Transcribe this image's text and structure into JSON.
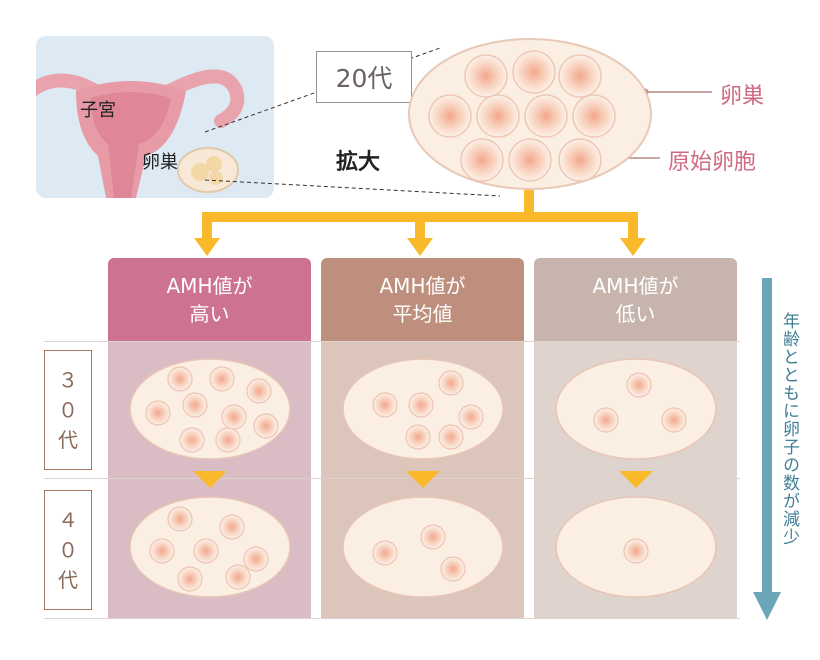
{
  "inset": {
    "uterus_label": "子宮",
    "ovary_label": "卵巣"
  },
  "zoom": {
    "age_label": "20代",
    "enlarge_label": "拡大",
    "ovary_label": "卵巣",
    "follicle_label": "原始卵胞"
  },
  "columns": [
    {
      "line1": "AMH値が",
      "line2": "高い",
      "color": "#cd7290",
      "body_color": "#d6b7bf"
    },
    {
      "line1": "AMH値が",
      "line2": "平均値",
      "color": "#bf8f7d",
      "body_color": "#dcc3b9"
    },
    {
      "line1": "AMH値が",
      "line2": "低い",
      "color": "#c7b5ad",
      "body_color": "#dfd2cd"
    }
  ],
  "rows": [
    {
      "chars": [
        "３",
        "０",
        "代"
      ]
    },
    {
      "chars": [
        "４",
        "０",
        "代"
      ]
    }
  ],
  "follicle_counts": {
    "30s": [
      9,
      6,
      3
    ],
    "40s": [
      7,
      3,
      1
    ]
  },
  "side_note": "年齢とともに卵子の数が減少",
  "colors": {
    "arrow_yellow": "#f9b92a",
    "blue_arrow": "#6aa5b8",
    "ovary_fill": "#fbeee3",
    "follicle_center": "#f3a78c"
  }
}
